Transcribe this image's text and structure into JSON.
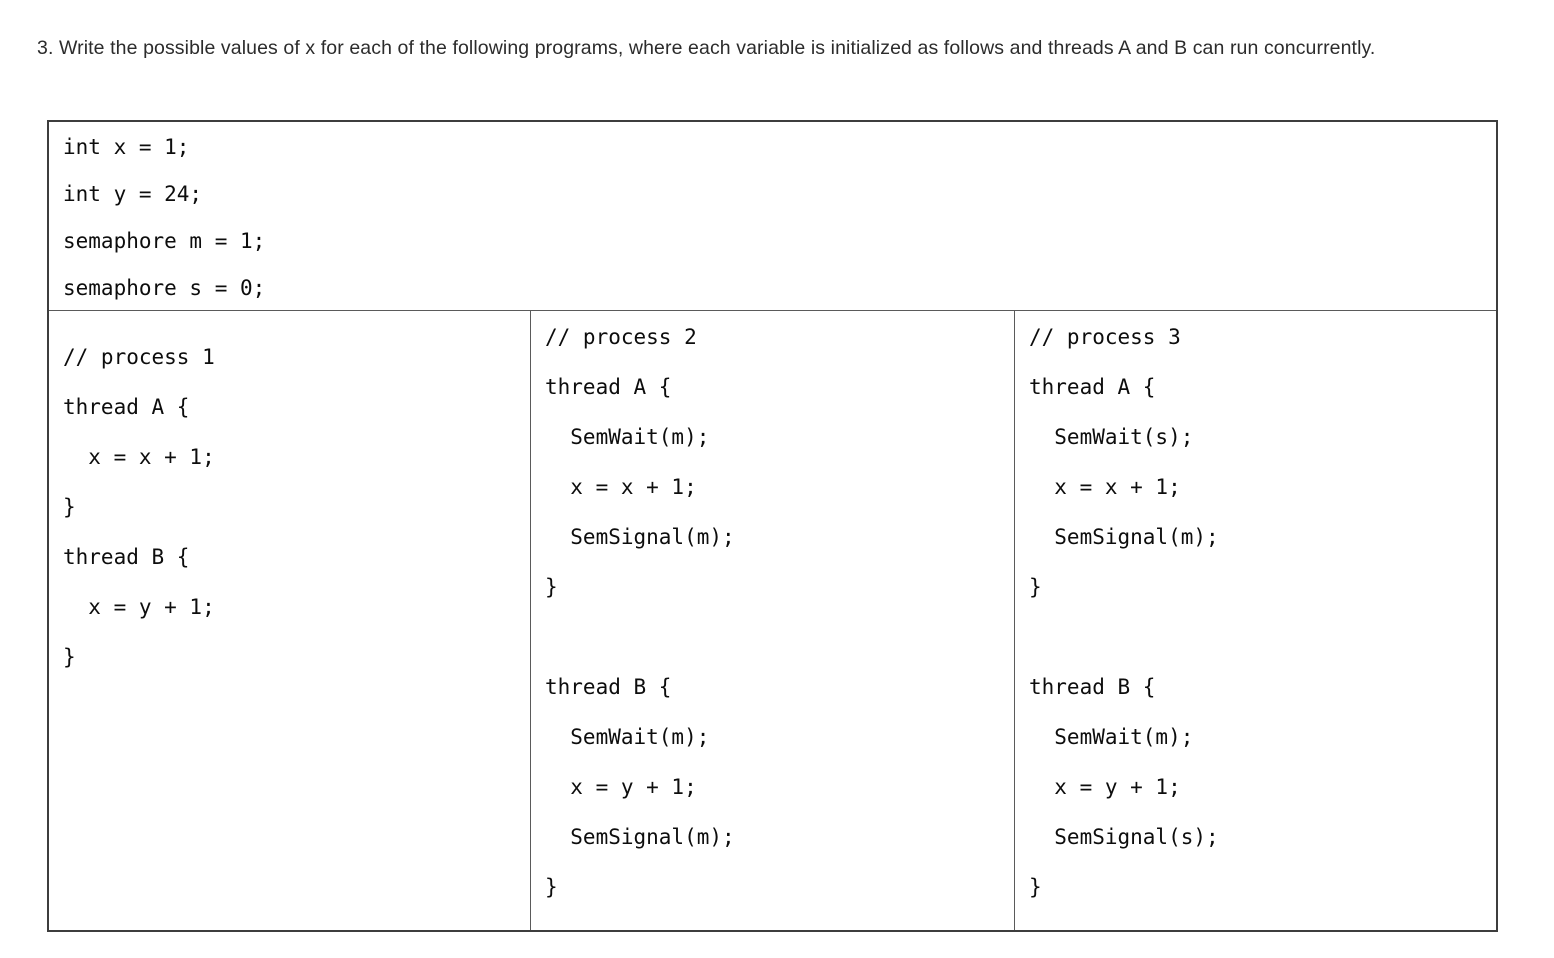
{
  "question": {
    "title": "3. Write the possible values of x for each of the following programs, where each variable is initialized as follows and threads A and B can run concurrently."
  },
  "table": {
    "init_cell": {
      "lines": [
        "int x = 1;",
        "int y = 24;",
        "semaphore m = 1;",
        "semaphore s = 0;"
      ]
    },
    "columns": [
      {
        "name": "process 1",
        "lines": [
          "// process 1",
          "thread A {",
          "  x = x + 1;",
          "}",
          "thread B {",
          "  x = y + 1;",
          "}"
        ]
      },
      {
        "name": "process 2",
        "lines": [
          "// process 2",
          "thread A {",
          "  SemWait(m);",
          "  x = x + 1;",
          "  SemSignal(m);",
          "}",
          "",
          "thread B {",
          "  SemWait(m);",
          "  x = y + 1;",
          "  SemSignal(m);",
          "}"
        ]
      },
      {
        "name": "process 3",
        "lines": [
          "// process 3",
          "thread A {",
          "  SemWait(s);",
          "  x = x + 1;",
          "  SemSignal(m);",
          "}",
          "",
          "thread B {",
          "  SemWait(m);",
          "  x = y + 1;",
          "  SemSignal(s);",
          "}"
        ]
      }
    ]
  }
}
